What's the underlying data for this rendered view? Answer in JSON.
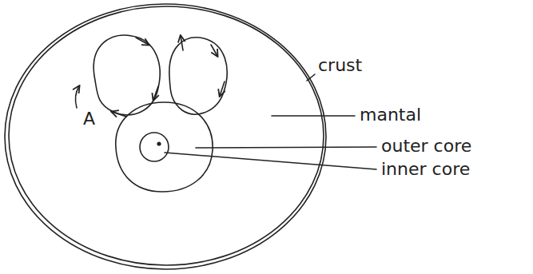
{
  "diagram": {
    "labels": [
      "A",
      "crust",
      "mantal",
      "outer core",
      "inner core"
    ]
  }
}
